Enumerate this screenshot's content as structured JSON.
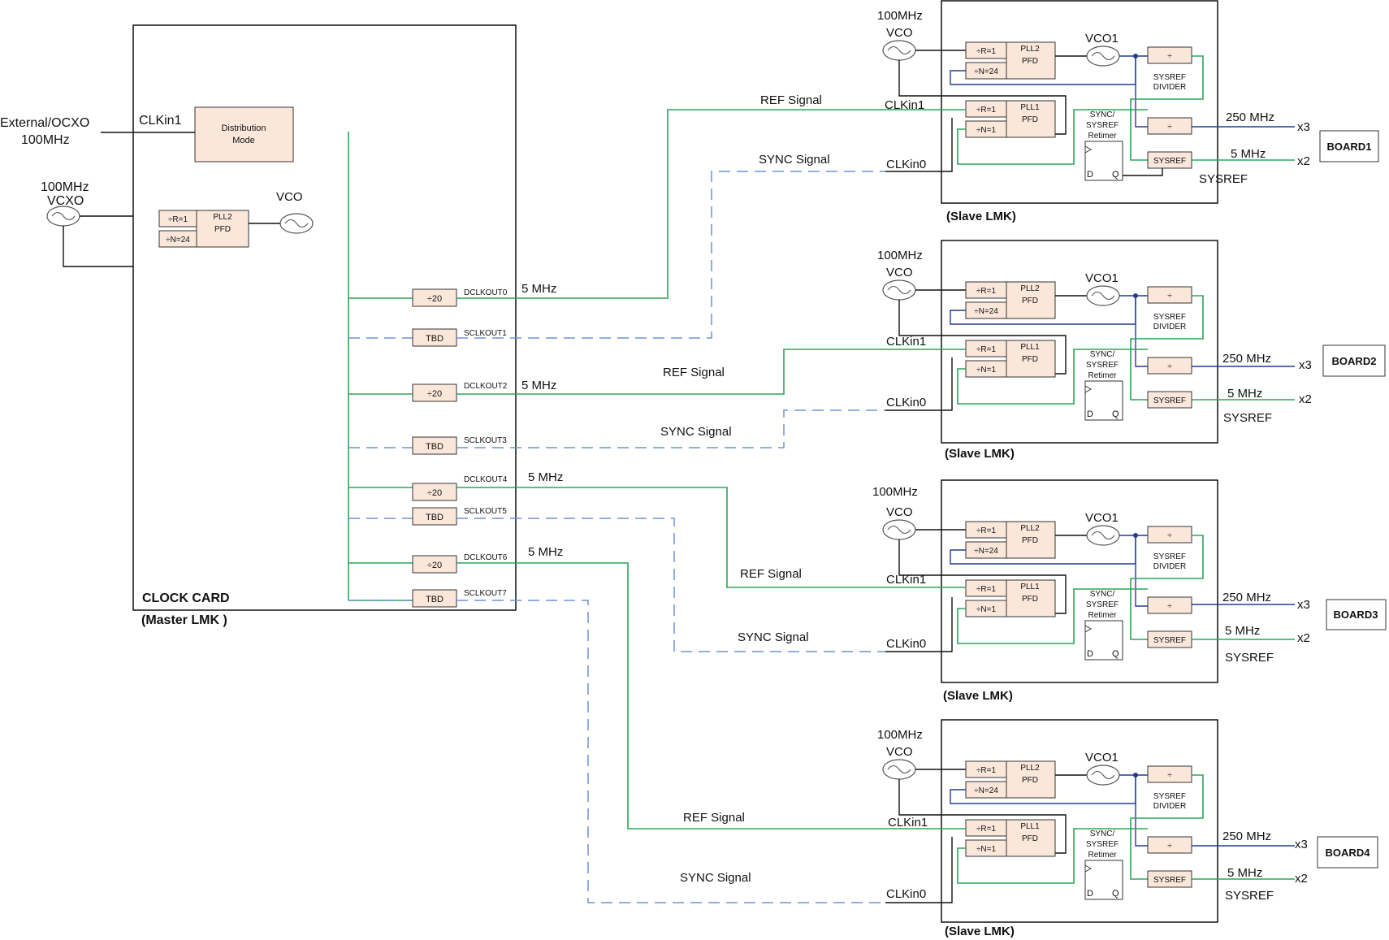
{
  "master": {
    "card_label": "CLOCK CARD",
    "card_sub": "(Master LMK )",
    "ext_label_1": "External/OCXO",
    "ext_label_2": "100MHz",
    "clkin1": "CLKin1",
    "dist_mode": [
      "Distribution",
      "Mode"
    ],
    "vcxo_label_1": "100MHz",
    "vcxo_label_2": "VCXO",
    "r_div": "÷R=1",
    "n_div": "÷N=24",
    "pll2": [
      "PLL2",
      "PFD"
    ],
    "vco": "VCO",
    "outputs": [
      {
        "block": "÷20",
        "port": "DCLKOUT0",
        "freq": "5 MHz"
      },
      {
        "block": "TBD",
        "port": "SCLKOUT1",
        "freq": ""
      },
      {
        "block": "÷20",
        "port": "DCLKOUT2",
        "freq": "5 MHz"
      },
      {
        "block": "TBD",
        "port": "SCLKOUT3",
        "freq": ""
      },
      {
        "block": "÷20",
        "port": "DCLKOUT4",
        "freq": "5 MHz"
      },
      {
        "block": "TBD",
        "port": "SCLKOUT5",
        "freq": ""
      },
      {
        "block": "÷20",
        "port": "DCLKOUT6",
        "freq": "5 MHz"
      },
      {
        "block": "TBD",
        "port": "SCLKOUT7",
        "freq": ""
      }
    ]
  },
  "slave": {
    "vco_1": "100MHz",
    "vco_2": "VCO",
    "r_div": "÷R=1",
    "n2_div": "÷N=24",
    "n1_div": "÷N=1",
    "pll2": [
      "PLL2",
      "PFD"
    ],
    "pll1": [
      "PLL1",
      "PFD"
    ],
    "vco1": "VCO1",
    "div": "÷",
    "sysref_divider": [
      "SYSREF",
      "DIVIDER"
    ],
    "retimer": [
      "SYNC/",
      "SYSREF",
      "Retimer"
    ],
    "ff_d": "D",
    "ff_q": "Q",
    "sysref_block": "SYSREF",
    "clkin1": "CLKin1",
    "clkin0": "CLKin0",
    "ref_signal": "REF Signal",
    "sync_signal": "SYNC Signal",
    "label": "(Slave LMK)",
    "out_250": "250 MHz",
    "out_250_b3": "250  MHz",
    "out_5": "5 MHz",
    "x3": "x3",
    "x2": "x2",
    "sysref_text": "SYSREF"
  },
  "boards": [
    "BOARD1",
    "BOARD2",
    "BOARD3",
    "BOARD4"
  ],
  "colors": {
    "ref_line": "#2aa55a",
    "sync_line": "#6b93d6",
    "internal_blue": "#1f3f8f",
    "block_fill": "#fbe7da"
  }
}
